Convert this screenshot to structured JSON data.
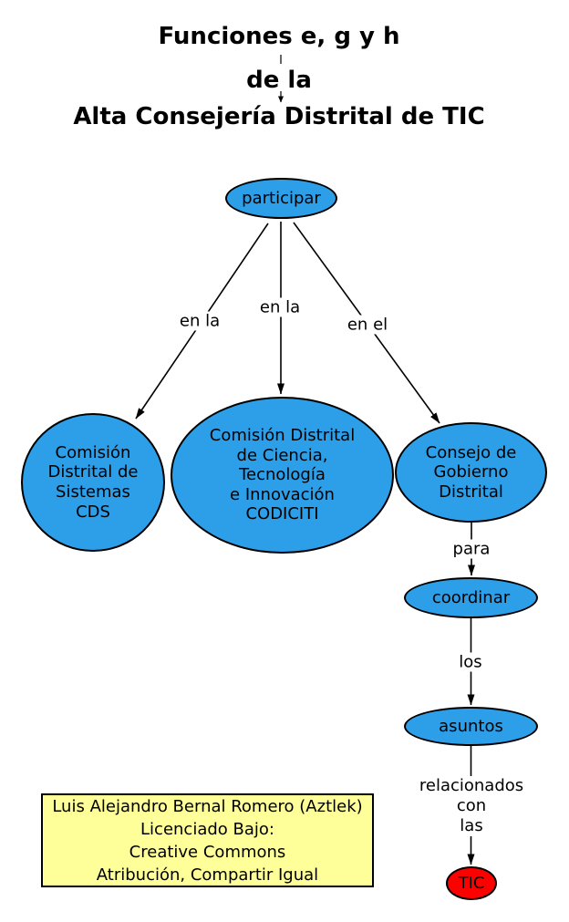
{
  "title": {
    "line1": "Funciones e, g y h",
    "line2": "de la",
    "line3": "Alta Consejería Distrital de TIC"
  },
  "nodes": {
    "participar": {
      "label": "participar"
    },
    "cds": {
      "label": "Comisión\nDistrital de\nSistemas\nCDS"
    },
    "codiciti": {
      "label": "Comisión Distrital\nde Ciencia,\nTecnología\ne Innovación\nCODICITI"
    },
    "consejo": {
      "label": "Consejo de\nGobierno\nDistrital"
    },
    "coordinar": {
      "label": "coordinar"
    },
    "asuntos": {
      "label": "asuntos"
    },
    "tic": {
      "label": "TIC"
    }
  },
  "edge_labels": {
    "en_la_left": "en la",
    "en_la_mid": "en la",
    "en_el": "en el",
    "para": "para",
    "los": "los",
    "relacionados": "relacionados\ncon\nlas"
  },
  "credit": {
    "text": "Luis Alejandro Bernal Romero (Aztlek)\nLicenciado Bajo:\nCreative Commons\nAtribución, Compartir Igual"
  },
  "colors": {
    "node_fill": "#2d9ee8",
    "tic_fill": "#fb0200",
    "credit_fill": "#ffff99",
    "edge": "#000000"
  }
}
